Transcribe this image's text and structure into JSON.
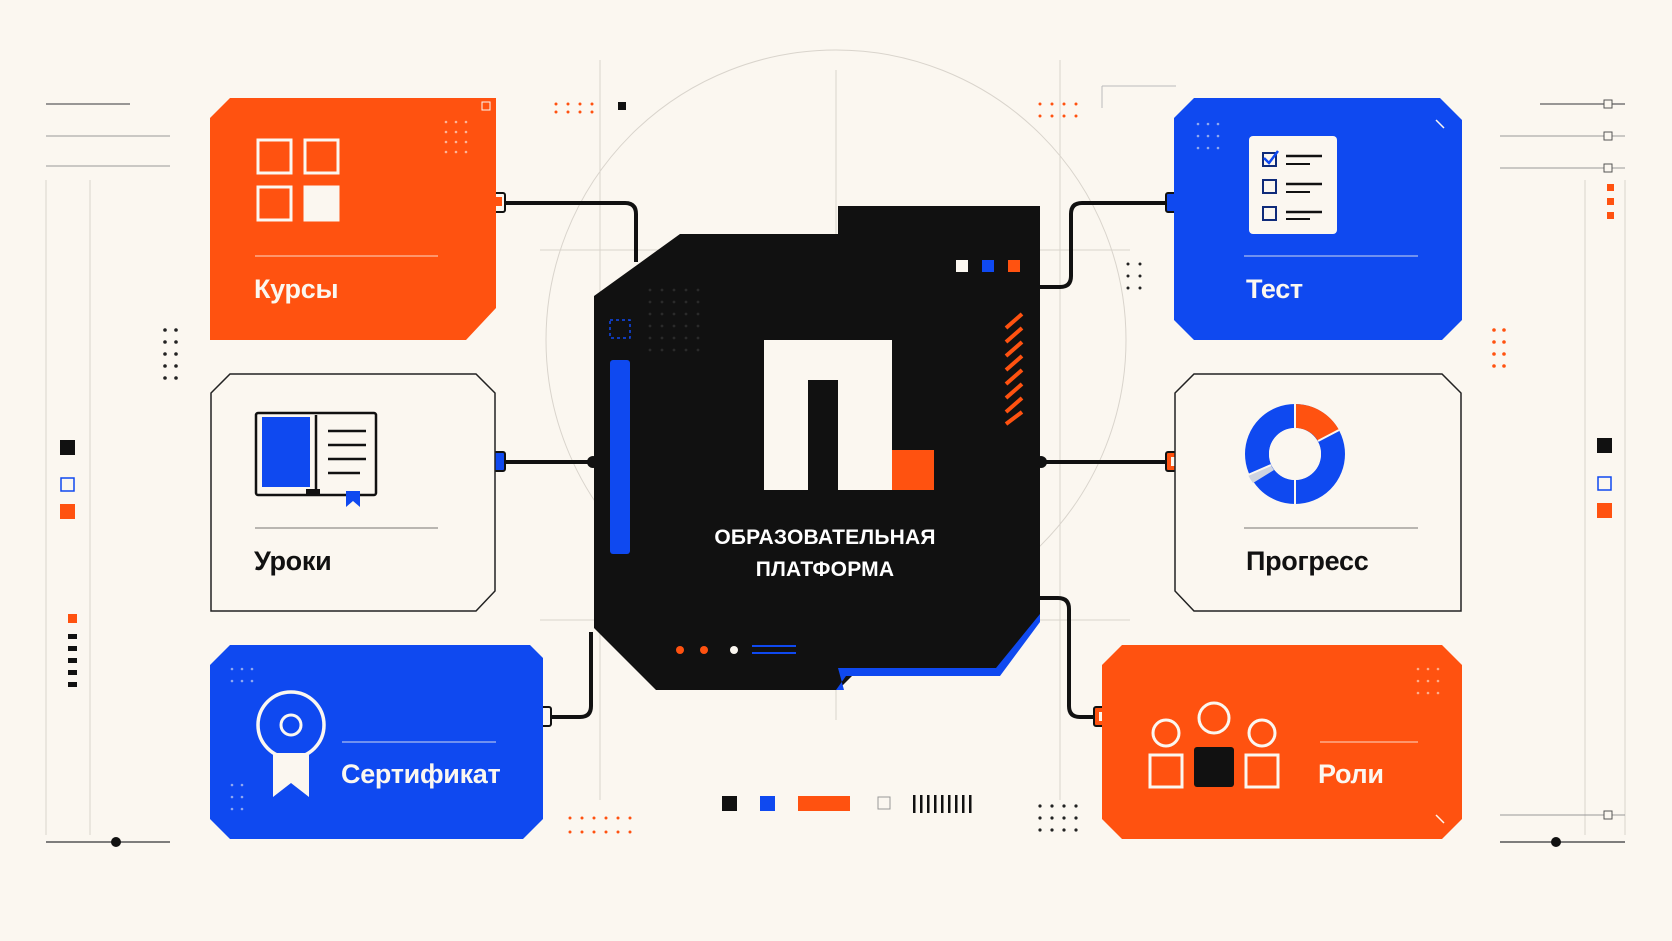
{
  "hub": {
    "title_line1": "ОБРАЗОВАТЕЛЬНАЯ",
    "title_line2": "ПЛАТФОРМА",
    "logo_icon": "platform-p-logo-icon"
  },
  "modules": [
    {
      "id": "courses",
      "label": "Курсы",
      "icon": "grid-icon",
      "color": "#ff5210"
    },
    {
      "id": "lessons",
      "label": "Уроки",
      "icon": "open-book-icon",
      "color": "#fbf7f0"
    },
    {
      "id": "certificate",
      "label": "Сертификат",
      "icon": "certificate-medal-icon",
      "color": "#0f49f0"
    },
    {
      "id": "test",
      "label": "Тест",
      "icon": "checklist-icon",
      "color": "#0f49f0"
    },
    {
      "id": "progress",
      "label": "Прогресс",
      "icon": "donut-chart-icon",
      "color": "#fbf7f0"
    },
    {
      "id": "roles",
      "label": "Роли",
      "icon": "users-group-icon",
      "color": "#ff5210"
    }
  ],
  "colors": {
    "orange": "#ff5210",
    "blue": "#0f49f0",
    "black": "#111111",
    "cream": "#fbf7f0"
  }
}
